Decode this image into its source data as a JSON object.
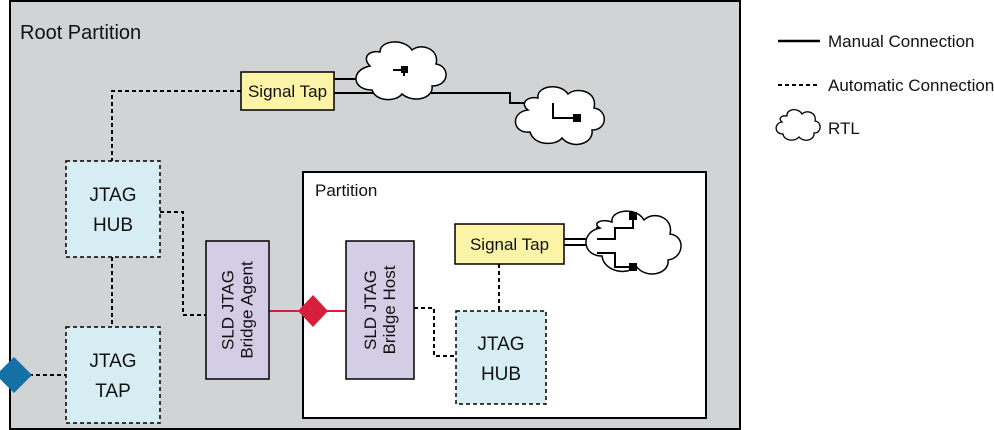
{
  "root_partition": {
    "label": "Root Partition"
  },
  "partition": {
    "label": "Partition"
  },
  "blocks": {
    "signal_tap_root": "Signal Tap",
    "signal_tap_partition": "Signal Tap",
    "jtag_hub_root": [
      "JTAG",
      "HUB"
    ],
    "jtag_tap_root": [
      "JTAG",
      "TAP"
    ],
    "jtag_hub_partition": [
      "JTAG",
      "HUB"
    ],
    "sld_bridge_agent": [
      "SLD JTAG",
      "Bridge Agent"
    ],
    "sld_bridge_host": [
      "SLD JTAG",
      "Bridge Host"
    ]
  },
  "legend": {
    "manual": "Manual Connection",
    "automatic": "Automatic Connection",
    "rtl": "RTL"
  },
  "colors": {
    "root_fill": "#d1d3d4",
    "signal_tap_fill": "#fbf3a5",
    "jtag_fill": "#d6eef3",
    "sld_fill": "#d3cde6",
    "red_diamond": "#d71f3b",
    "blue_diamond": "#1570a6"
  }
}
